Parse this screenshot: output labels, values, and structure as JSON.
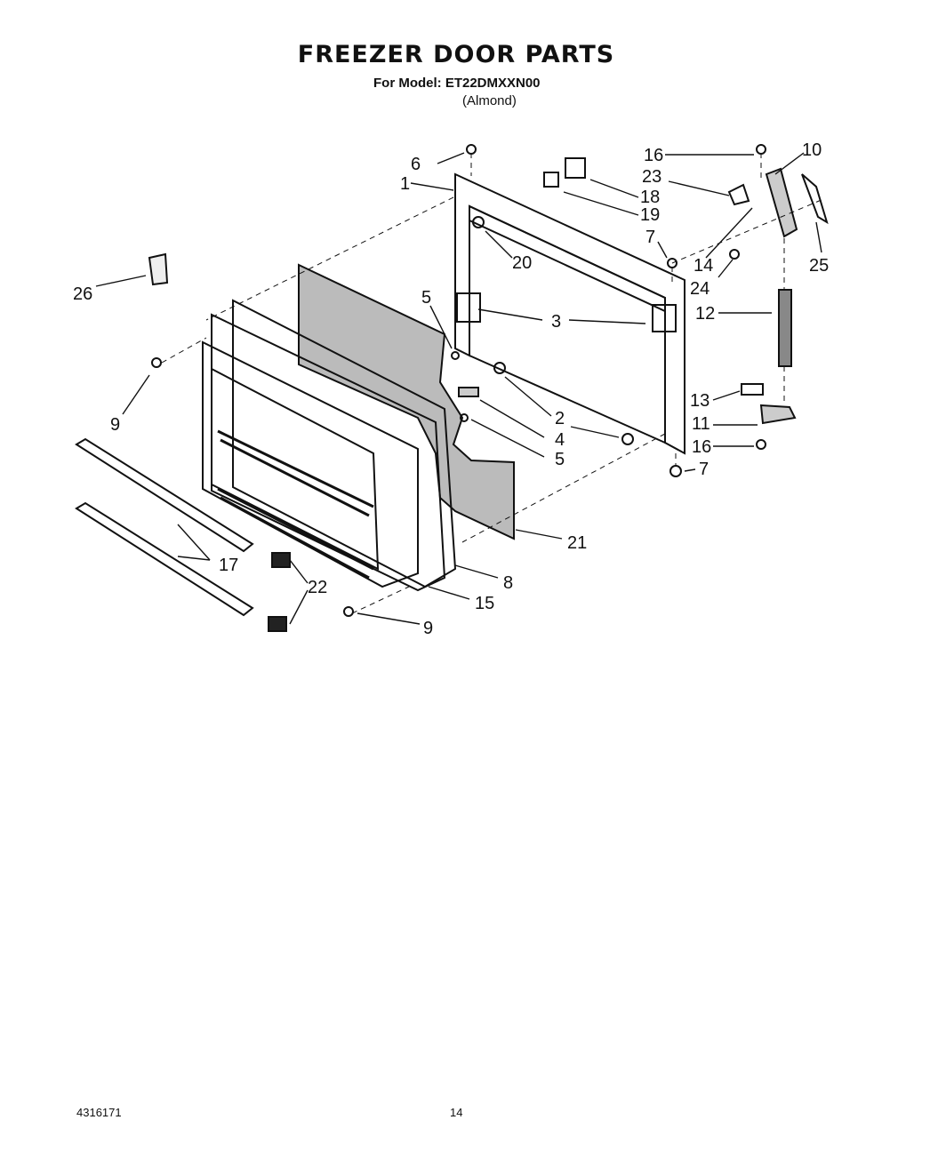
{
  "header": {
    "title": "FREEZER DOOR PARTS",
    "model_line": "For Model: ET22DMXXN00",
    "color_line": "(Almond)"
  },
  "callouts": [
    "6",
    "1",
    "18",
    "19",
    "20",
    "16",
    "23",
    "10",
    "7",
    "14",
    "24",
    "25",
    "26",
    "5",
    "3",
    "12",
    "9",
    "2",
    "4",
    "5",
    "13",
    "11",
    "16",
    "7",
    "21",
    "17",
    "22",
    "8",
    "15",
    "9"
  ],
  "footer": {
    "doc_number": "4316171",
    "page_number": "14"
  }
}
